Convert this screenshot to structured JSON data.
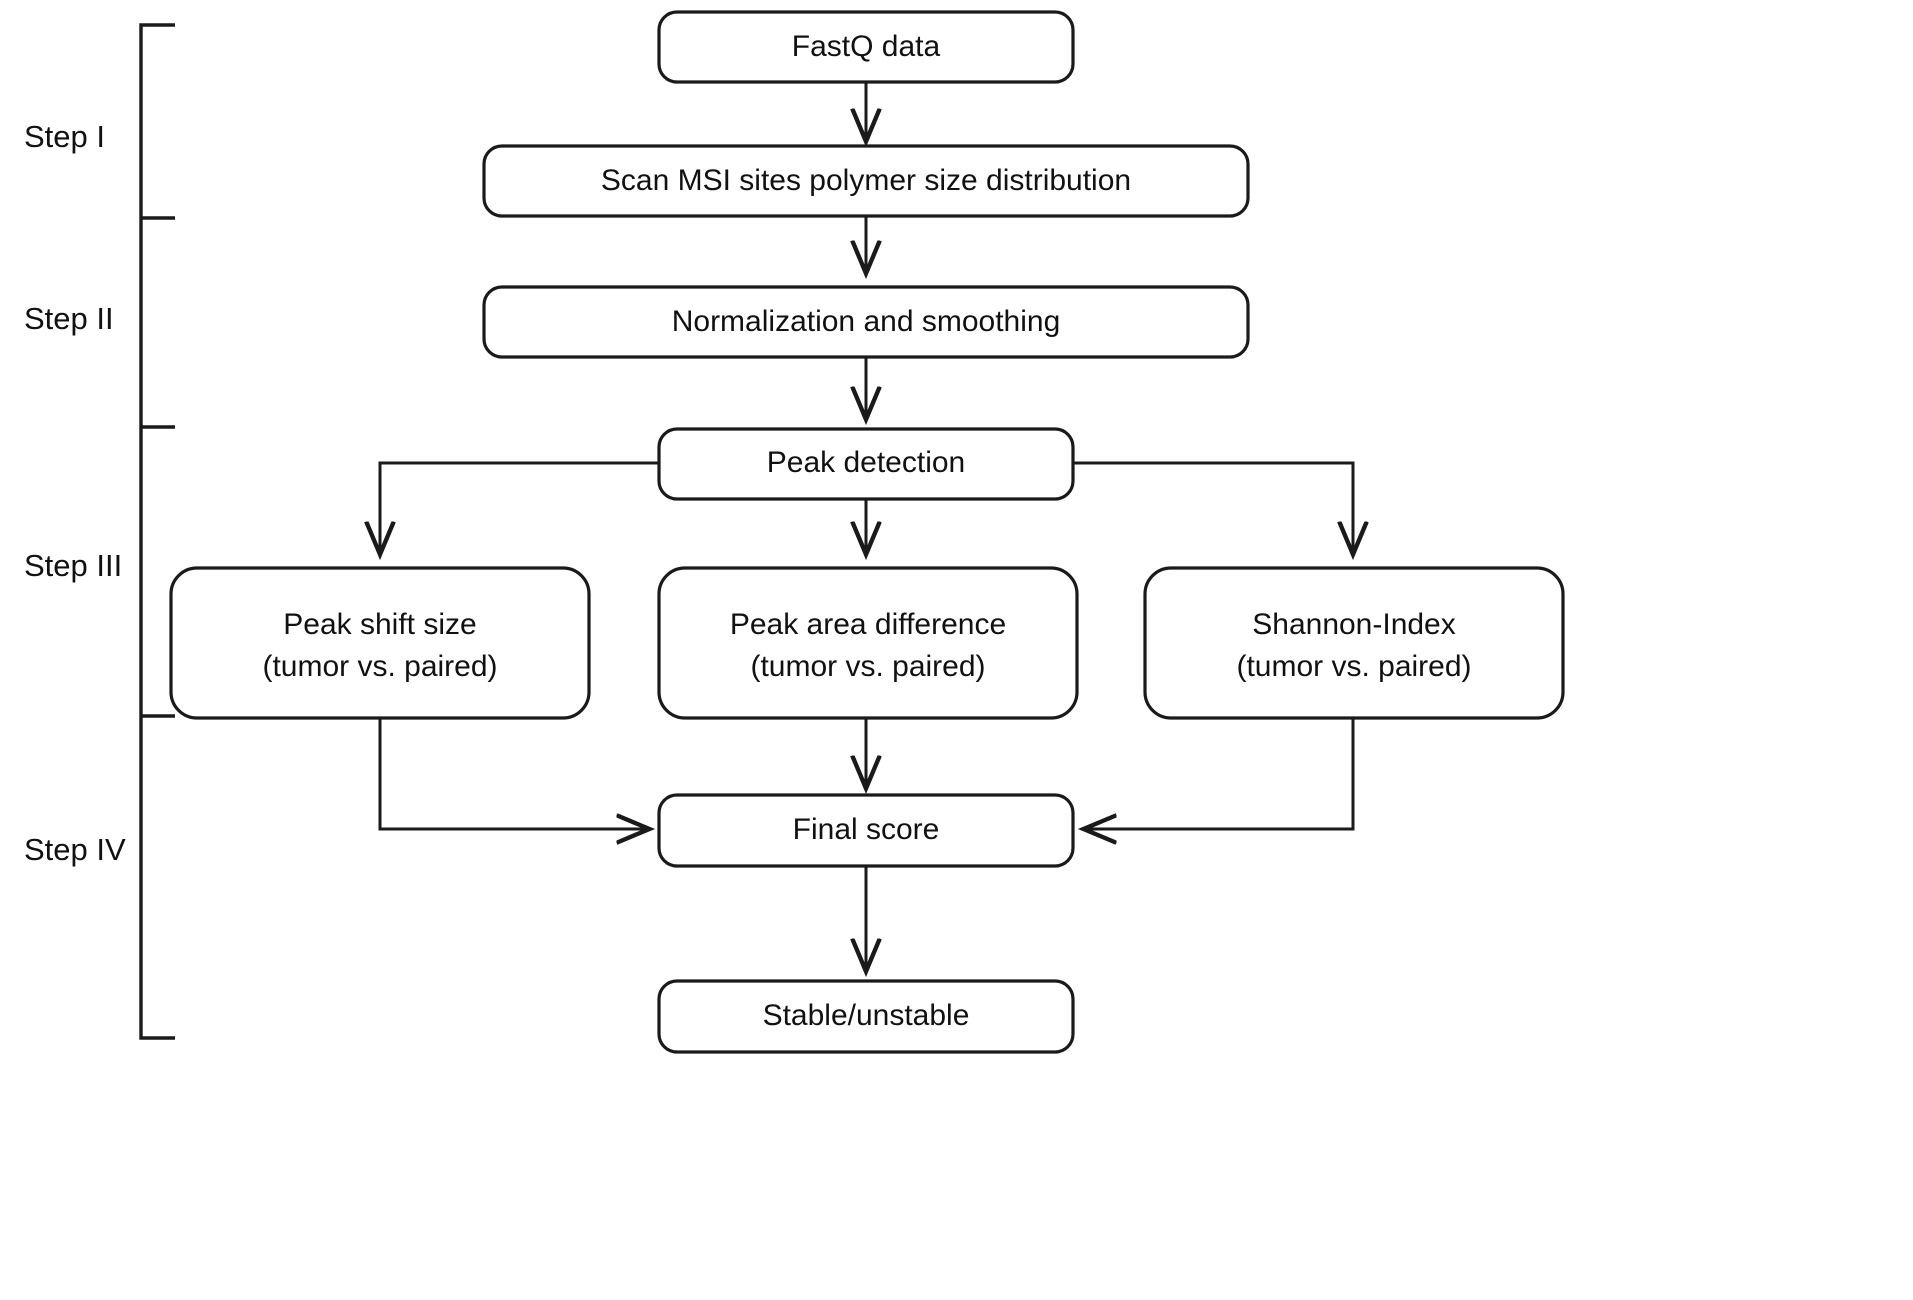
{
  "diagram": {
    "title": "MSI detection analysis pipeline flowchart",
    "background_color": "#ffffff",
    "line_color": "#1a1a1a",
    "text_color": "#111111",
    "steps": [
      {
        "id": "step1",
        "label": "Step I"
      },
      {
        "id": "step2",
        "label": "Step II"
      },
      {
        "id": "step3",
        "label": "Step III"
      },
      {
        "id": "step4",
        "label": "Step IV"
      }
    ],
    "nodes": [
      {
        "id": "fastq",
        "label": "FastQ data",
        "line2": ""
      },
      {
        "id": "scan",
        "label": "Scan MSI sites polymer size distribution",
        "line2": ""
      },
      {
        "id": "normalize",
        "label": "Normalization and smoothing",
        "line2": ""
      },
      {
        "id": "peakdet",
        "label": "Peak detection",
        "line2": ""
      },
      {
        "id": "shift",
        "label": "Peak shift size",
        "line2": "(tumor vs. paired)"
      },
      {
        "id": "area",
        "label": "Peak area difference",
        "line2": "(tumor vs. paired)"
      },
      {
        "id": "shannon",
        "label": "Shannon-Index",
        "line2": "(tumor vs. paired)"
      },
      {
        "id": "final",
        "label": "Final score",
        "line2": ""
      },
      {
        "id": "result",
        "label": "Stable/unstable",
        "line2": ""
      }
    ],
    "edges": [
      {
        "from": "fastq",
        "to": "scan",
        "kind": "arrow-down"
      },
      {
        "from": "scan",
        "to": "normalize",
        "kind": "arrow-down"
      },
      {
        "from": "normalize",
        "to": "peakdet",
        "kind": "arrow-down"
      },
      {
        "from": "peakdet",
        "to": "shift",
        "kind": "elbow-left-down"
      },
      {
        "from": "peakdet",
        "to": "area",
        "kind": "arrow-down"
      },
      {
        "from": "peakdet",
        "to": "shannon",
        "kind": "elbow-right-down"
      },
      {
        "from": "shift",
        "to": "final",
        "kind": "elbow-down-right"
      },
      {
        "from": "area",
        "to": "final",
        "kind": "arrow-down"
      },
      {
        "from": "shannon",
        "to": "final",
        "kind": "elbow-down-left"
      },
      {
        "from": "final",
        "to": "result",
        "kind": "arrow-down"
      }
    ]
  }
}
